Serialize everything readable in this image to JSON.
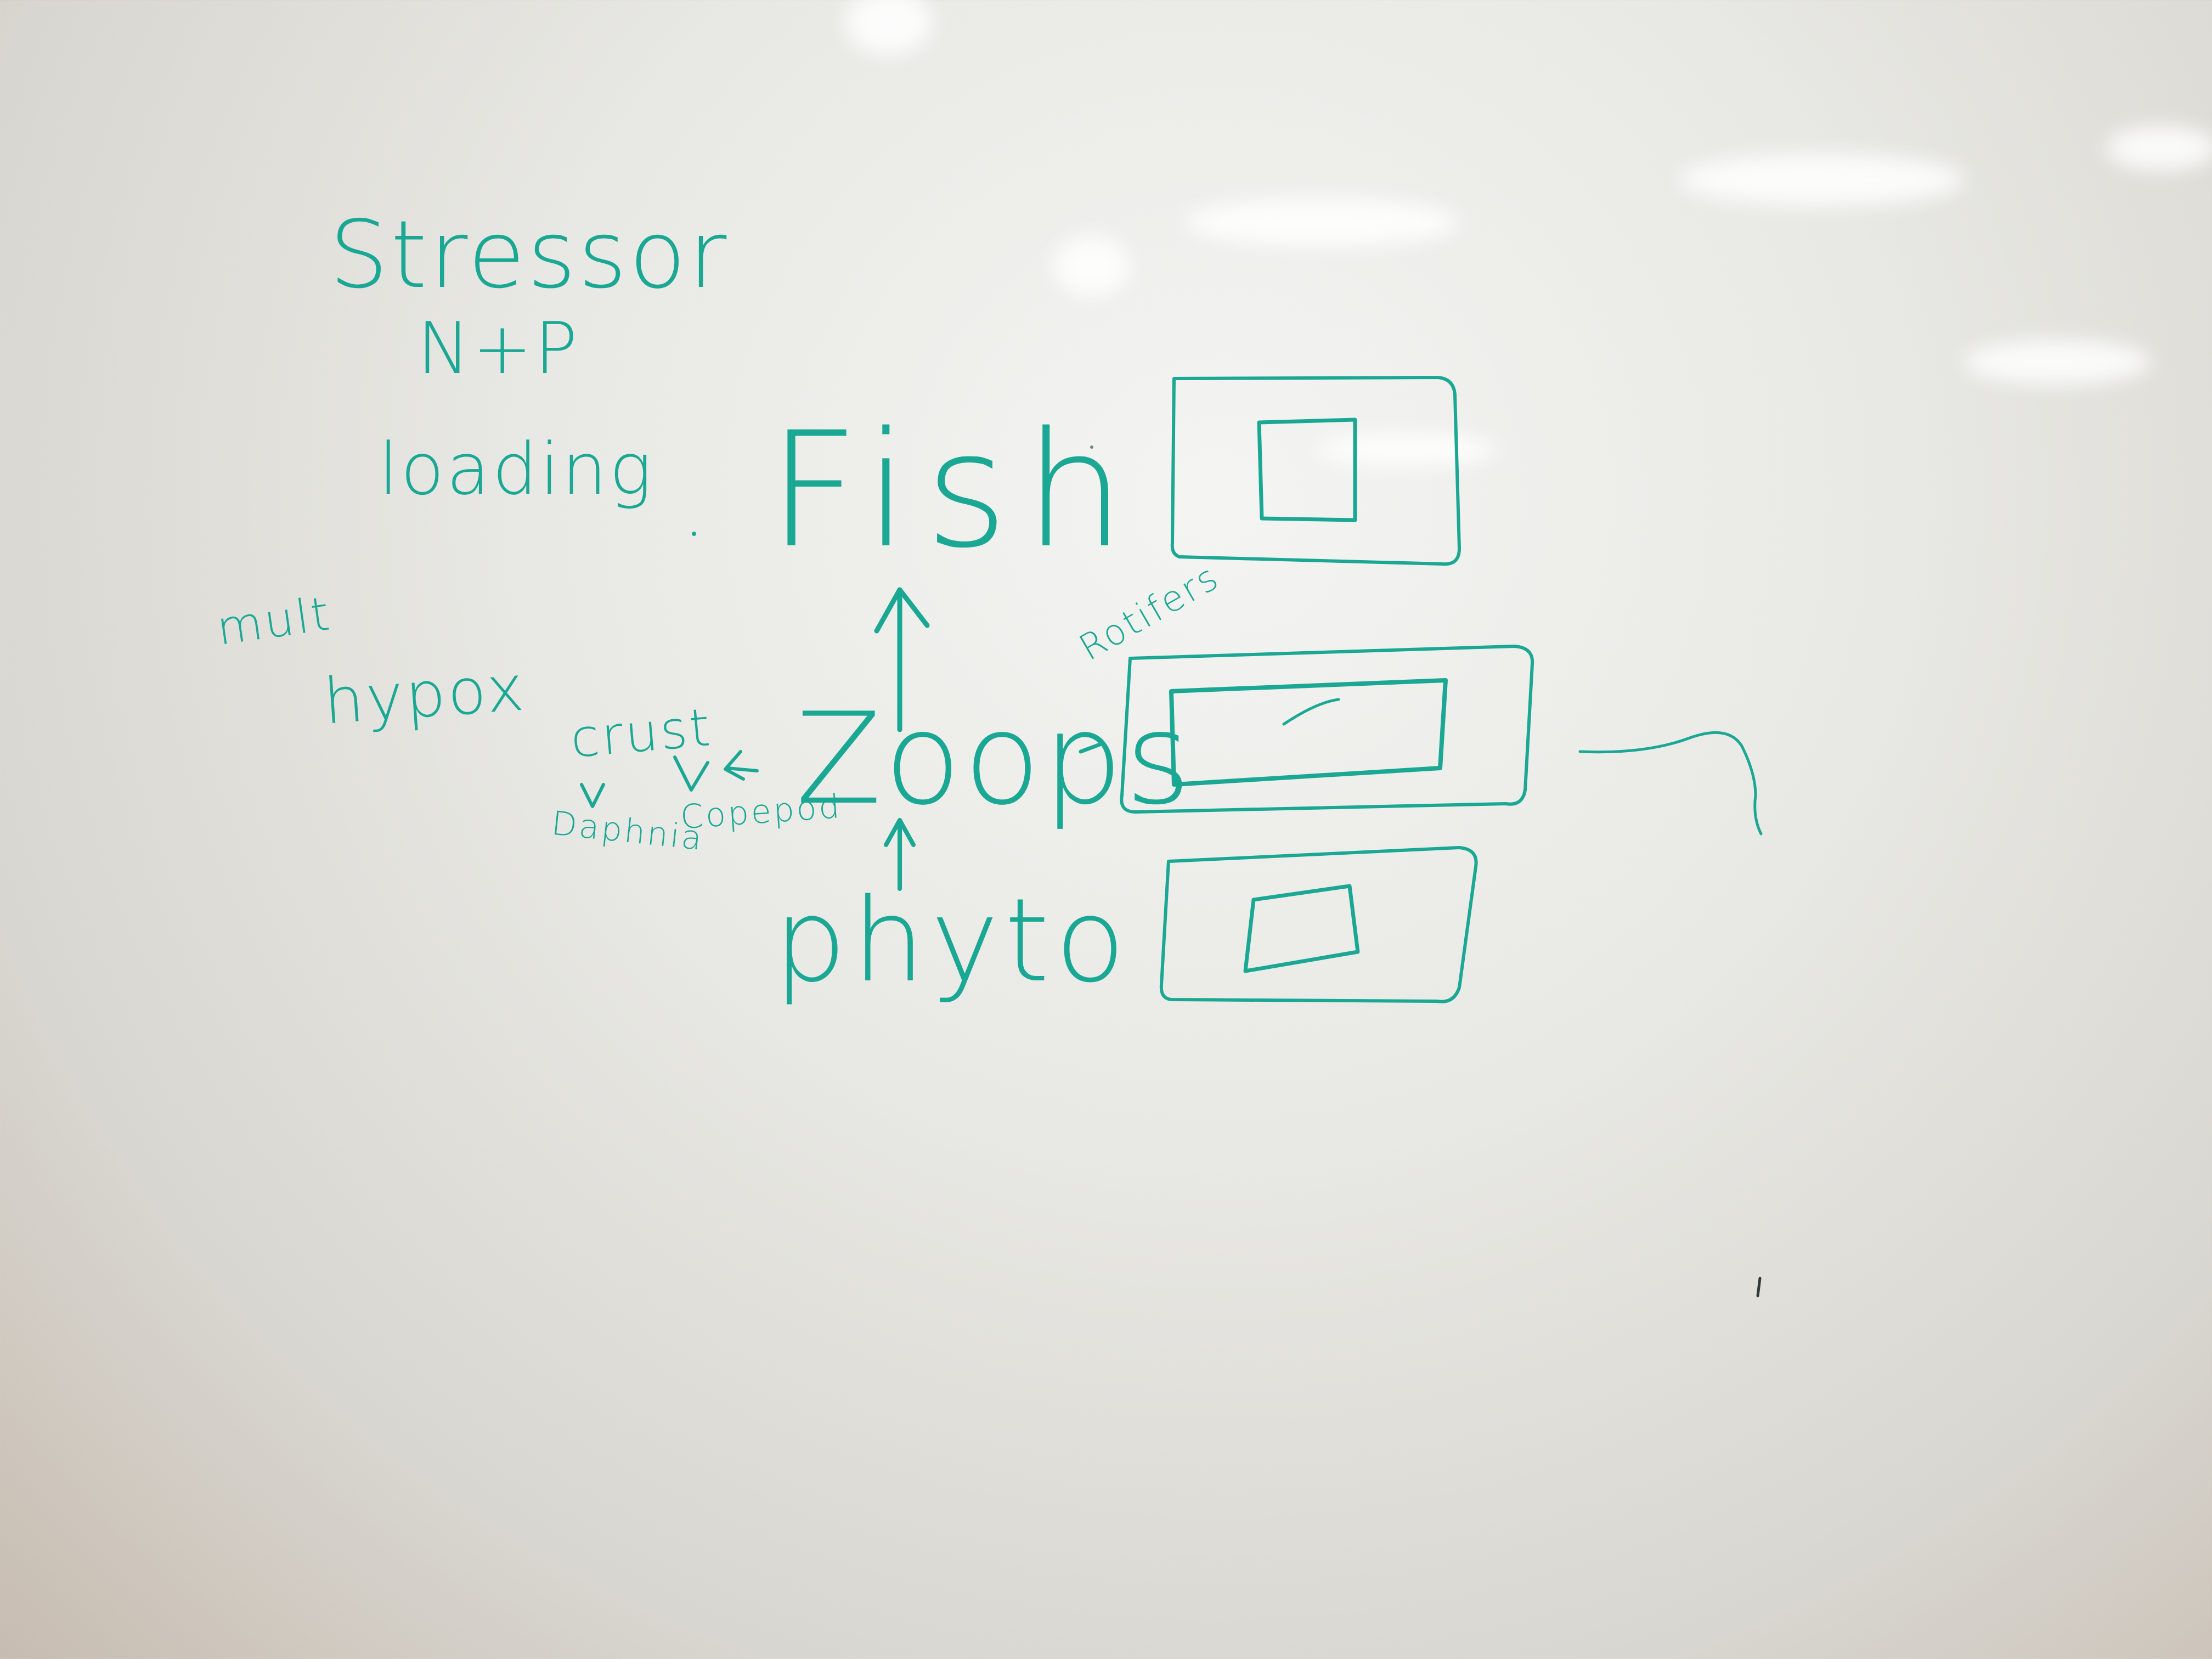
{
  "ink_color": "#1aa894",
  "notes": {
    "stressor": "Stressor",
    "n_p": "N+P",
    "loading": "loading",
    "mult": "mult",
    "hypox": "hypox"
  },
  "food_web": {
    "fish": "Fish",
    "zoops": "Zoops",
    "phyto": "phyto",
    "crust": "crust",
    "daphnia": "Daphnia",
    "copepod": "Copepod",
    "rotifers": "Rotifers"
  }
}
